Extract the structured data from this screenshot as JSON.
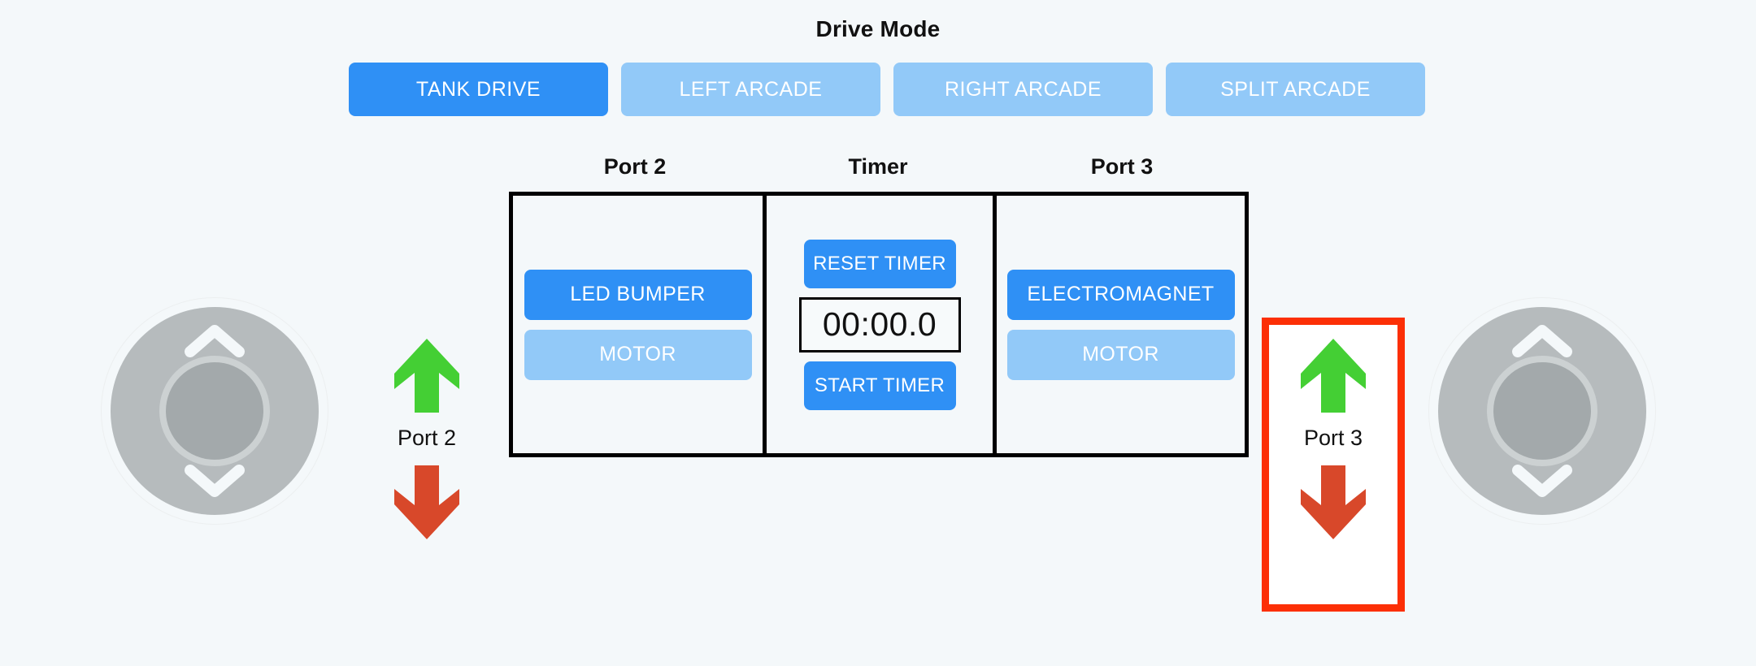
{
  "theme": {
    "background": "#f4f8fa",
    "accent_blue": "#2f90f5",
    "muted_blue": "#92c9f8",
    "arrow_up_green": "#44cf34",
    "arrow_down_red": "#d8482a",
    "highlight_red": "#fc2f06",
    "panel_border": "#000000",
    "joystick_base": "#b6bbbd",
    "joystick_knob": "#a3a9ab"
  },
  "drive_mode": {
    "title": "Drive Mode",
    "buttons": [
      {
        "label": "TANK DRIVE",
        "state": "active"
      },
      {
        "label": "LEFT ARCADE",
        "state": "inactive"
      },
      {
        "label": "RIGHT ARCADE",
        "state": "inactive"
      },
      {
        "label": "SPLIT ARCADE",
        "state": "inactive"
      }
    ]
  },
  "panel": {
    "columns": [
      {
        "header": "Port 2",
        "buttons": [
          {
            "label": "LED BUMPER",
            "state": "active"
          },
          {
            "label": "MOTOR",
            "state": "inactive"
          }
        ]
      },
      {
        "header": "Timer",
        "reset_label": "RESET TIMER",
        "display": "00:00.0",
        "start_label": "START TIMER"
      },
      {
        "header": "Port 3",
        "buttons": [
          {
            "label": "ELECTROMAGNET",
            "state": "active"
          },
          {
            "label": "MOTOR",
            "state": "inactive"
          }
        ]
      }
    ]
  },
  "controls": {
    "left_joystick": {
      "name": "left-joystick"
    },
    "right_joystick": {
      "name": "right-joystick"
    },
    "port2_stack": {
      "label": "Port 2",
      "up_icon": "arrow-up-icon",
      "down_icon": "arrow-down-icon"
    },
    "port3_stack": {
      "label": "Port 3",
      "up_icon": "arrow-up-icon",
      "down_icon": "arrow-down-icon",
      "highlighted": true
    }
  }
}
